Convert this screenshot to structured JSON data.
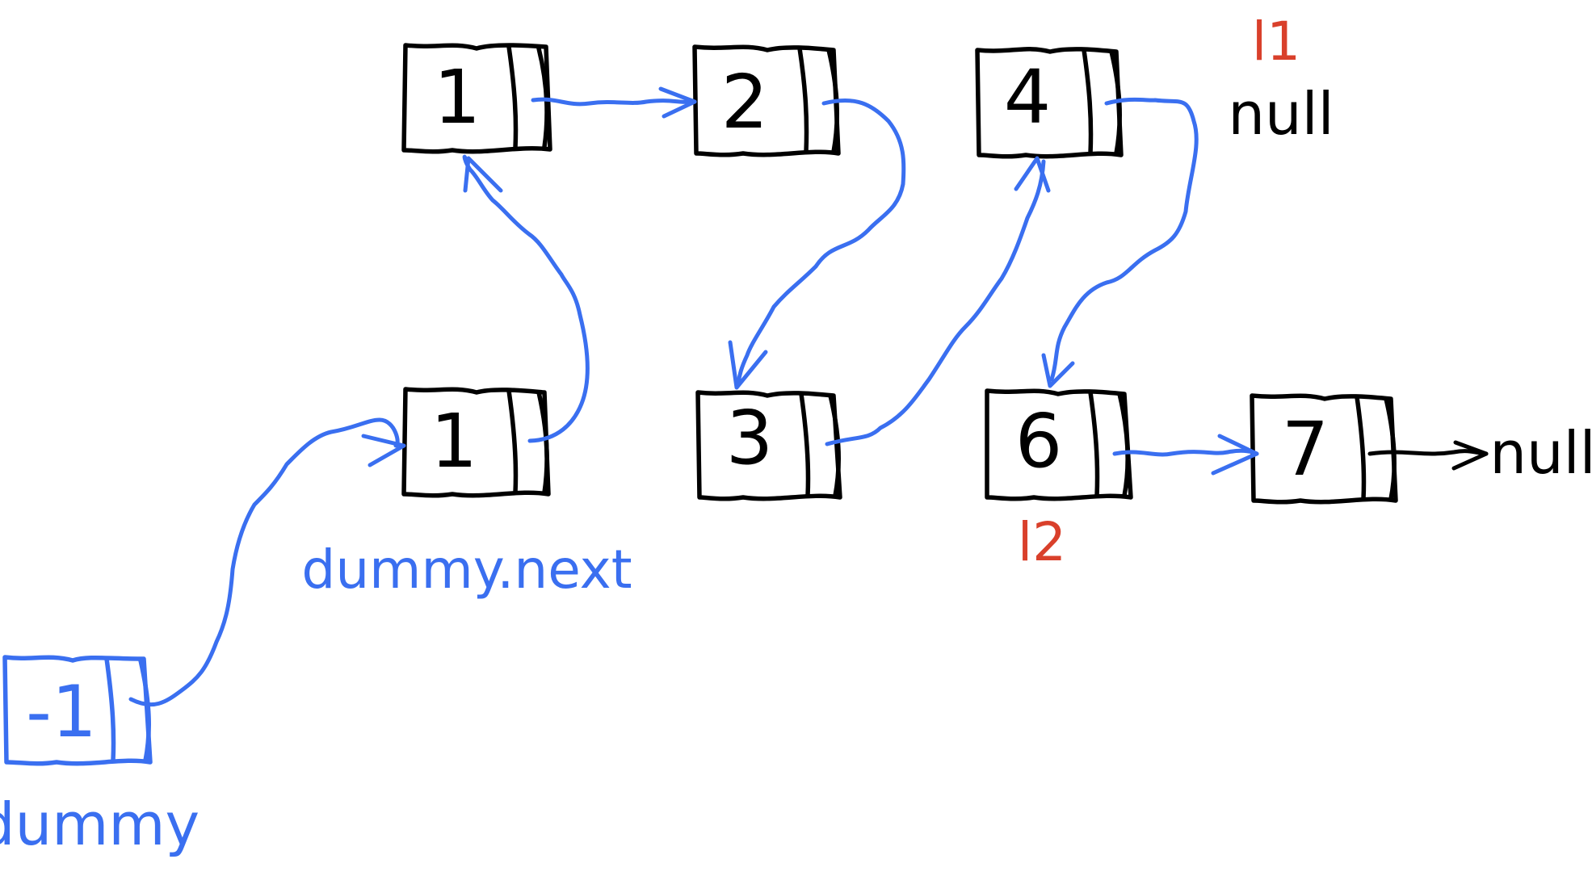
{
  "colors": {
    "ink": "#000000",
    "pointer": "#3a6ff0",
    "label_red": "#d9402b"
  },
  "nodes": {
    "top_1": "1",
    "top_2": "2",
    "top_4": "4",
    "bottom_1": "1",
    "bottom_3": "3",
    "bottom_6": "6",
    "bottom_7": "7",
    "dummy": "-1"
  },
  "labels": {
    "l1": "l1",
    "l1_null": "null",
    "l2": "l2",
    "tail_null": "null",
    "dummy_next": "dummy.next",
    "dummy": "dummy"
  }
}
